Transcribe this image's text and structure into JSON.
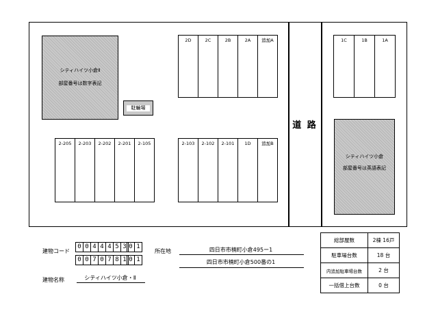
{
  "building_a": {
    "name": "シティハイツ小倉Ⅱ",
    "note": "部屋番号は数字表記",
    "bike_parking": "駐輪場"
  },
  "building_b": {
    "name": "シティハイツ小倉",
    "note": "部屋番号は英語表記"
  },
  "road": {
    "label": "道 路"
  },
  "parking": {
    "top_middle": [
      "2D",
      "2C",
      "2B",
      "2A",
      "追加A"
    ],
    "bottom_left": [
      "2-205",
      "2-203",
      "2-202",
      "2-201",
      "2-105"
    ],
    "bottom_middle": [
      "2-103",
      "2-102",
      "2-101",
      "1D",
      "追加B"
    ],
    "top_right": [
      "1C",
      "1B",
      "1A"
    ]
  },
  "info": {
    "code_label": "建物コード",
    "code_row1": [
      "0",
      "0",
      "4",
      "4",
      "4",
      "5",
      "3"
    ],
    "code_row1_suffix": [
      "0",
      "1"
    ],
    "code_row2": [
      "0",
      "0",
      "7",
      "0",
      "7",
      "8",
      "1"
    ],
    "code_row2_suffix": [
      "0",
      "1"
    ],
    "address_label": "所在地",
    "address_1": "四日市市楠町小倉495ー1",
    "address_2": "四日市市楠町小倉500番の1",
    "name_label": "建物名称",
    "name_value": "シティハイツ小倉・Ⅱ"
  },
  "summary": [
    {
      "label": "総部屋数",
      "value": "2棟 16戸"
    },
    {
      "label": "駐車場台数",
      "value": "18 台"
    },
    {
      "label": "内追加駐車場台数",
      "value": "2 台"
    },
    {
      "label": "一括借上台数",
      "value": "0 台"
    }
  ]
}
